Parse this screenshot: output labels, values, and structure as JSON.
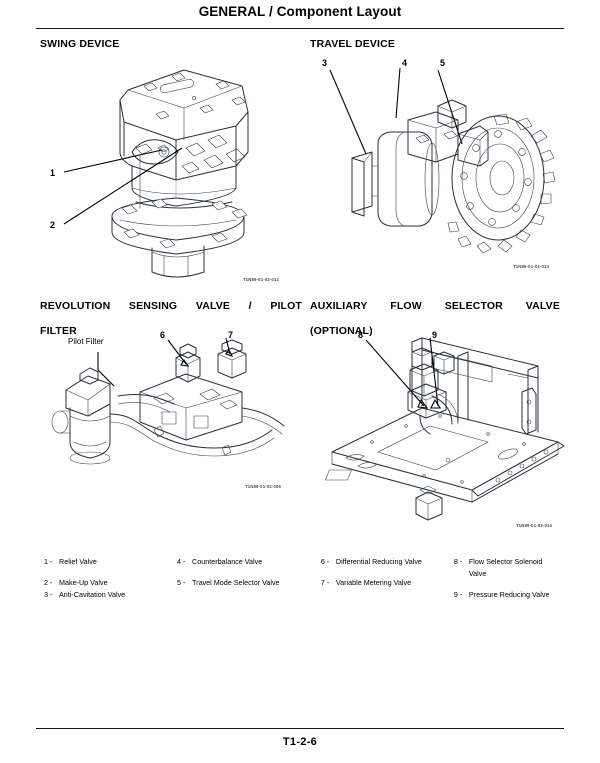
{
  "header": {
    "title": "GENERAL / Component Layout"
  },
  "sections": {
    "swing": {
      "title": "SWING DEVICE",
      "figure_code": "T1N89-01-02-012"
    },
    "travel": {
      "title": "TRAVEL DEVICE",
      "figure_code": "T1N89-01-02-013"
    },
    "revolution": {
      "title_line1": "REVOLUTION SENSING VALVE / PILOT",
      "title_line2": "FILTER",
      "figure_code": "T1N89-01-02-006",
      "annotation": "Pilot Filter"
    },
    "auxiliary": {
      "title_line1": "AUXILIARY FLOW SELECTOR VALVE",
      "title_line2": "(OPTIONAL)",
      "figure_code": "T1N89-01-02-014"
    }
  },
  "callouts": {
    "swing": [
      "1",
      "2"
    ],
    "travel": [
      "3",
      "4",
      "5"
    ],
    "revolution": [
      "6",
      "7"
    ],
    "auxiliary": [
      "8",
      "9"
    ]
  },
  "legend": {
    "columns": [
      {
        "items": [
          {
            "num": "1 -",
            "label": "Relief Valve"
          },
          {
            "num": "2 -",
            "label": "Make-Up Valve"
          },
          {
            "num": "3 -",
            "label": "Anti-Cavitation Valve"
          }
        ]
      },
      {
        "items": [
          {
            "num": "4 -",
            "label": "Counterbalance Valve"
          },
          {
            "num": "5 -",
            "label": "Travel Mode Selector Valve"
          }
        ]
      },
      {
        "items": [
          {
            "num": "6 -",
            "label": "Differential Reducing Valve"
          },
          {
            "num": "7 -",
            "label": "Variable Metering Valve"
          }
        ]
      },
      {
        "items": [
          {
            "num": "8 -",
            "label": "Flow Selector Solenoid Valve"
          },
          {
            "num": "9 -",
            "label": "Pressure Reducing Valve"
          }
        ]
      }
    ]
  },
  "footer": {
    "page_number": "T1-2-6"
  }
}
